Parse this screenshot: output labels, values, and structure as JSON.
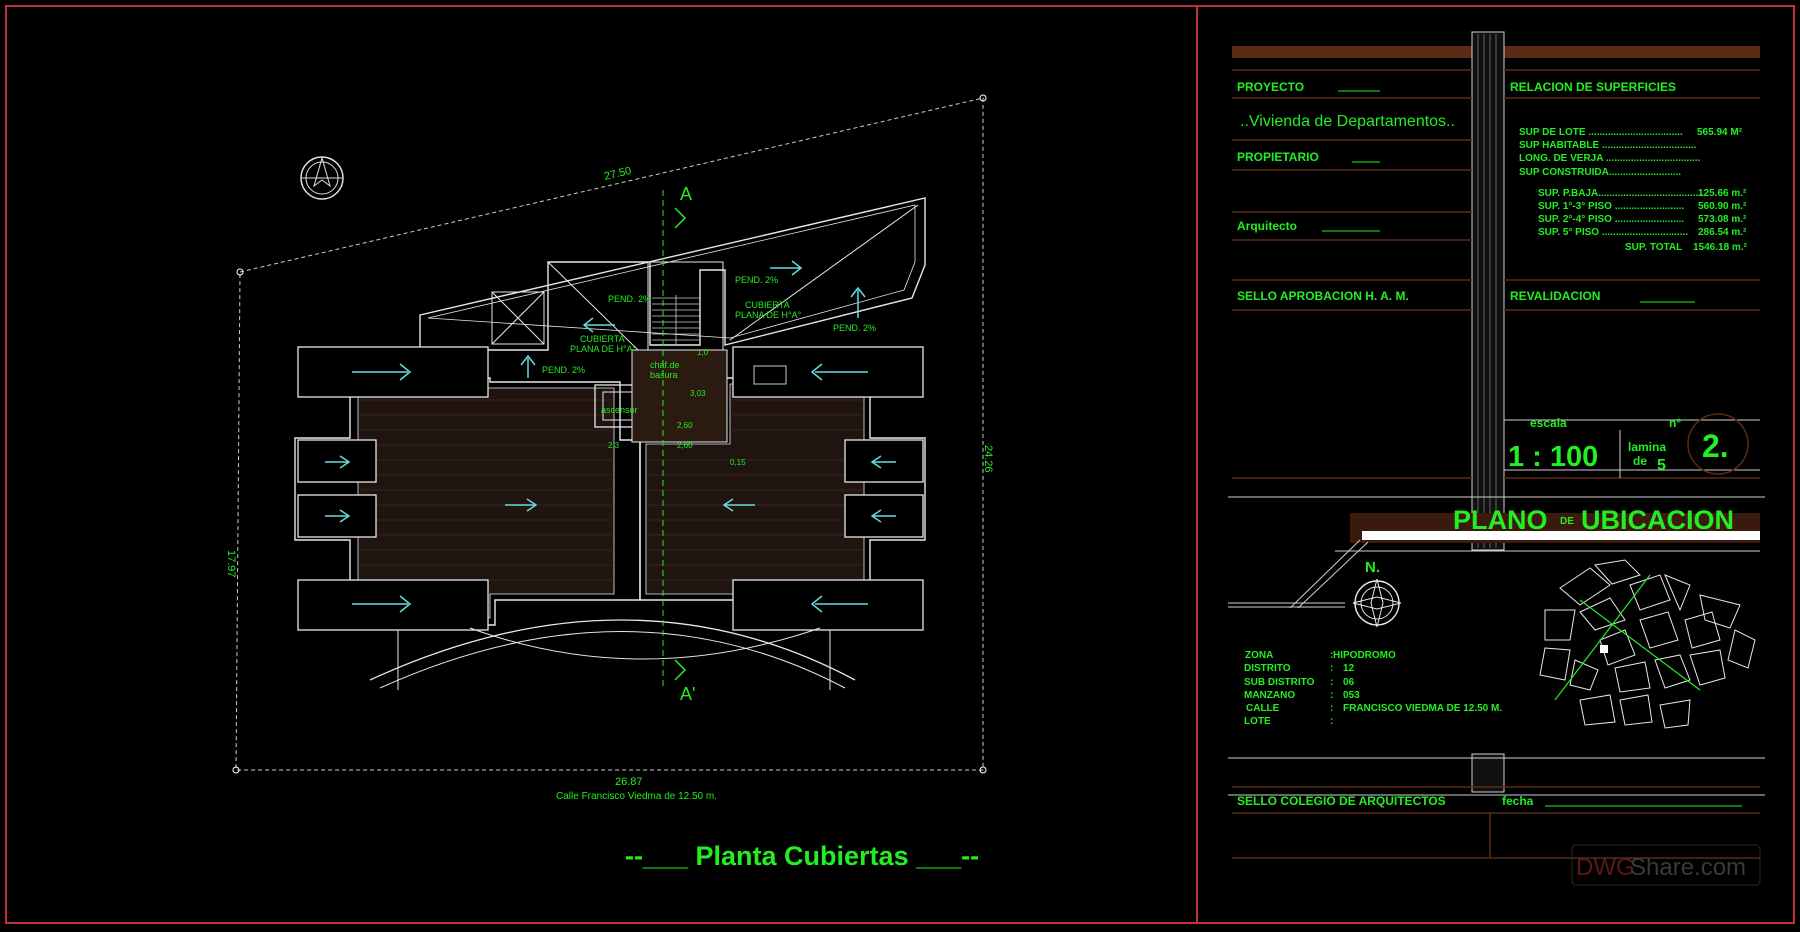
{
  "plan": {
    "title": "--___ Planta  Cubiertas ___--",
    "street": "Calle  Francisco  Viedma  de 12.50 m.",
    "dims": {
      "top": "27.50",
      "right": "24.26",
      "left": "17.97",
      "bottom": "26.87"
    },
    "section_a": "A",
    "section_a2": "A'",
    "slopes": [
      "PEND. 2%",
      "PEND. 2%",
      "PEND. 2%",
      "PEND. 2%"
    ],
    "roof_labels": [
      {
        "l1": "CUBIERTA",
        "l2": "PLANA DE H°A°"
      },
      {
        "l1": "CUBIERTA",
        "l2": "PLANA DE H°A°"
      }
    ],
    "chimney": {
      "l1": "chaf.de",
      "l2": "basura"
    },
    "elevator": "ascensor",
    "small_dims": [
      "3,03",
      "2,60",
      "2,60",
      "2,3",
      "0,15",
      "1,0"
    ]
  },
  "titleblock": {
    "proyecto_label": "PROYECTO",
    "proyecto_value": "..Vivienda   de  Departamentos..",
    "propietario_label": "PROPIETARIO",
    "arquitecto_label": "Arquitecto",
    "sello_ham": "SELLO  APROBACION  H. A. M.",
    "relacion": "RELACION DE SUPERFICIES",
    "surfaces": [
      {
        "label": "SUP DE LOTE ..................................",
        "value": "565.94  M²"
      },
      {
        "label": "SUP HABITABLE ..................................",
        "value": ""
      },
      {
        "label": "LONG. DE VERJA ..................................",
        "value": ""
      },
      {
        "label": "SUP CONSTRUIDA..........................",
        "value": ""
      }
    ],
    "floors": [
      {
        "label": "SUP. P.BAJA.......................................",
        "value": "125.66 m.²"
      },
      {
        "label": "SUP.  1°-3° PISO .........................",
        "value": "560.90 m.²"
      },
      {
        "label": "SUP.  2°-4° PISO .........................",
        "value": "573.08 m.²"
      },
      {
        "label": "SUP.  5° PISO ...............................",
        "value": "286.54 m.²"
      }
    ],
    "total_label": "SUP. TOTAL",
    "total_value": "1546.18 m.²",
    "revalidacion": "REVALIDACION",
    "escala_label": "escala",
    "escala_value": "1 : 100",
    "n_label": "n°",
    "n_value": "2.",
    "lamina": "lamina",
    "de": "de",
    "lamina_value": "5",
    "plano_a": "PLANO",
    "plano_de": "DE",
    "plano_b": "UBICACION",
    "north": "N.",
    "location": [
      {
        "k": "ZONA",
        "v": "HIPODROMO"
      },
      {
        "k": "DISTRITO",
        "v": "12"
      },
      {
        "k": "SUB DISTRITO",
        "v": "06"
      },
      {
        "k": "MANZANO",
        "v": "053"
      },
      {
        "k": "CALLE",
        "v": "FRANCISCO  VIEDMA DE 12.50 M."
      },
      {
        "k": "LOTE",
        "v": ""
      }
    ],
    "sello_colegio": "SELLO  COLEGIO  DE  ARQUITECTOS",
    "fecha": "fecha",
    "watermark_a": "DWG",
    "watermark_b": "Share.com"
  },
  "colors": {
    "green": "#22ee22",
    "frame": "#c4303a",
    "brown": "#5a2a14",
    "cyan": "#66dddd"
  }
}
